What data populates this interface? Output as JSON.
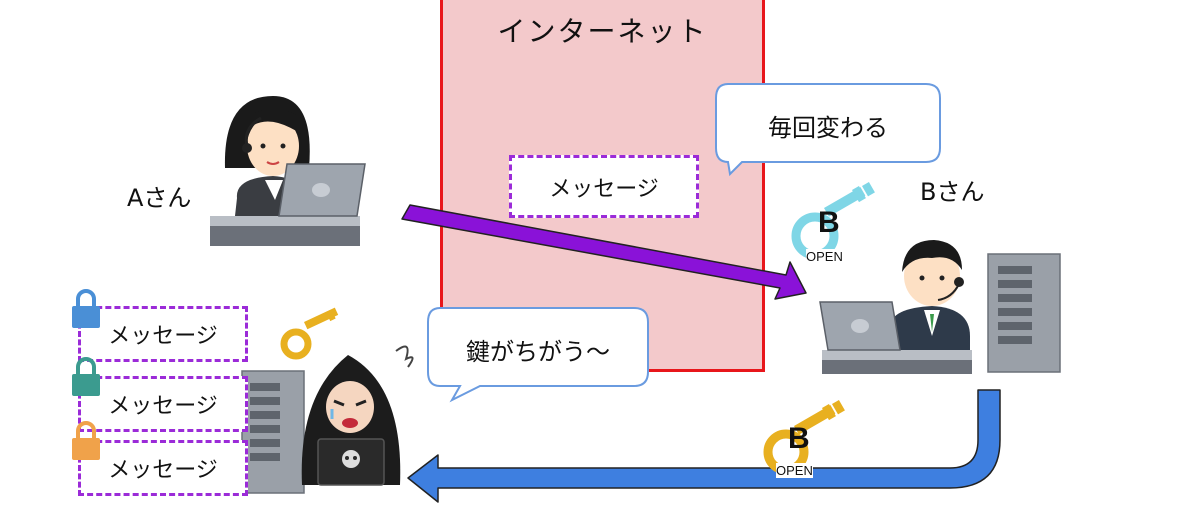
{
  "internet": {
    "label": "インターネット"
  },
  "sender": {
    "name": "Aさん"
  },
  "receiver": {
    "name": "Bさん"
  },
  "message_in_transit": {
    "label": "メッセージ"
  },
  "bubble_receiver": {
    "text": "毎回変わる"
  },
  "bubble_attacker": {
    "text": "鍵がちがう～"
  },
  "receiver_key": {
    "letter": "B",
    "caption": "OPEN",
    "color": "#7fd6e6"
  },
  "returned_key": {
    "letter": "B",
    "caption": "OPEN",
    "color": "#e8b020"
  },
  "stolen_messages": [
    {
      "label": "メッセージ",
      "lock_color": "#4a8fd6"
    },
    {
      "label": "メッセージ",
      "lock_color": "#3b9b8f"
    },
    {
      "label": "メッセージ",
      "lock_color": "#f0a24a"
    }
  ],
  "colors": {
    "arrow_purple": "#8a12d8",
    "arrow_blue": "#3e7fe0",
    "internet_border": "#e8161b",
    "internet_fill": "#f3c9cb",
    "attacker_key": "#e8b020"
  }
}
